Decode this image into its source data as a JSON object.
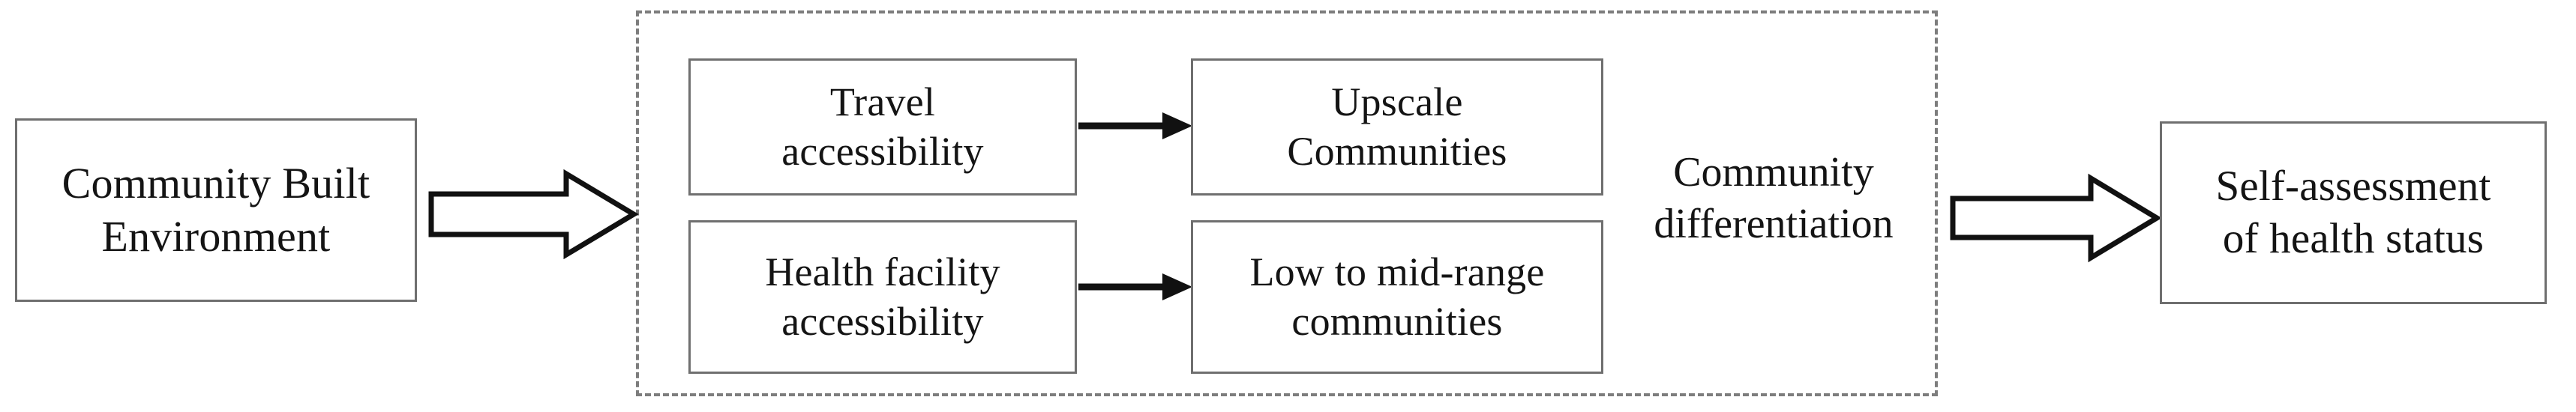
{
  "diagram": {
    "type": "flowchart",
    "title": "Community built environment to self-assessment of health status pathway",
    "background_color": "#ffffff",
    "box_border_color": "#6f6f6f",
    "dashed_border_color": "#7d7d7d",
    "connector_color": "#111111",
    "text_color": "#141414"
  },
  "nodes": {
    "built_environment": {
      "label": "Community Built\nEnvironment",
      "shape": "rectangle"
    },
    "travel_accessibility": {
      "label": "Travel\naccessibility",
      "shape": "rectangle"
    },
    "upscale_communities": {
      "label": "Upscale\nCommunities",
      "shape": "rectangle"
    },
    "health_facility_accessibility": {
      "label": "Health facility\naccessibility",
      "shape": "rectangle"
    },
    "low_mid_communities": {
      "label": "Low to mid-range\ncommunities",
      "shape": "rectangle"
    },
    "self_assessment": {
      "label": "Self-assessment\nof health status",
      "shape": "rectangle"
    }
  },
  "group": {
    "community_differentiation": {
      "label": "Community\ndifferentiation",
      "border_style": "dashed"
    }
  },
  "connectors": [
    {
      "name": "built-environment-to-group",
      "style": "block-arrow-hollow",
      "direction": "right",
      "from": "built_environment",
      "to": "community_differentiation"
    },
    {
      "name": "travel-to-upscale",
      "style": "thin-arrow-solid",
      "direction": "right",
      "from": "travel_accessibility",
      "to": "upscale_communities"
    },
    {
      "name": "health-facility-to-low-mid",
      "style": "thin-arrow-solid",
      "direction": "right",
      "from": "health_facility_accessibility",
      "to": "low_mid_communities"
    },
    {
      "name": "group-to-self-assessment",
      "style": "block-arrow-hollow",
      "direction": "right",
      "from": "community_differentiation",
      "to": "self_assessment"
    }
  ]
}
